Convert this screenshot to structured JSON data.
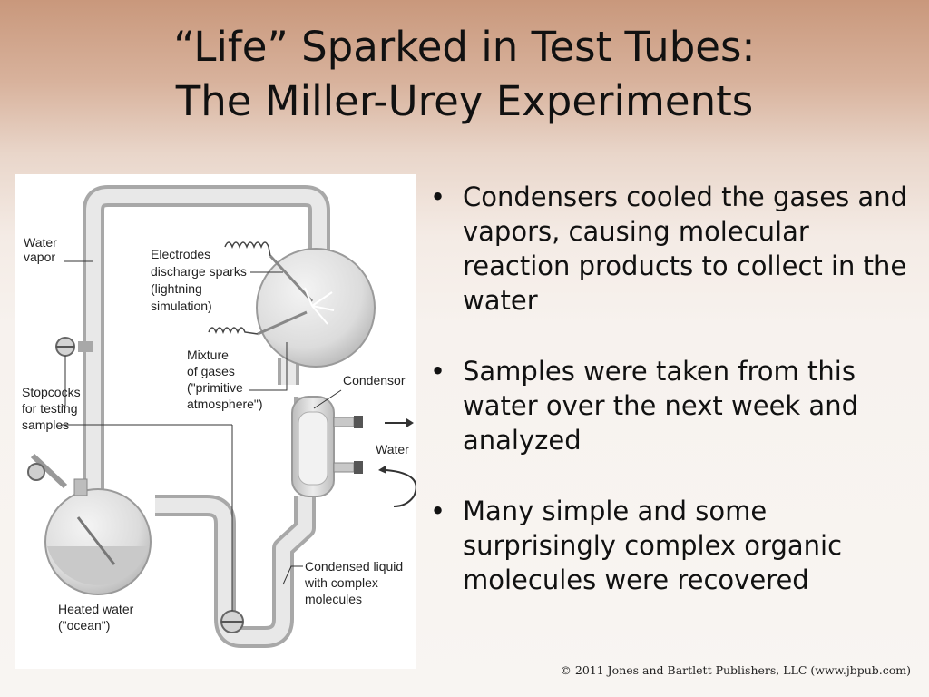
{
  "slide": {
    "title_line1": "“Life” Sparked in Test Tubes:",
    "title_line2": "The Miller-Urey Experiments",
    "bullets": [
      "Condensers cooled the gases and vapors, causing molecular reaction products to collect in the water",
      "Samples were taken from this water over the next week and analyzed",
      "Many simple and some surprisingly complex organic molecules were recovered"
    ],
    "copyright": "© 2011 Jones and Bartlett Publishers, LLC (www.jbpub.com)"
  },
  "figure": {
    "labels": {
      "water_vapor_1": "Water",
      "water_vapor_2": "vapor",
      "electrodes_1": "Electrodes",
      "electrodes_2": "discharge sparks",
      "electrodes_3": "(lightning",
      "electrodes_4": "simulation)",
      "mixture_1": "Mixture",
      "mixture_2": "of gases",
      "mixture_3": "(\"primitive",
      "mixture_4": "atmosphere\")",
      "condensor": "Condensor",
      "stopcocks_1": "Stopcocks",
      "stopcocks_2": "for testing",
      "stopcocks_3": "samples",
      "water": "Water",
      "condensed_1": "Condensed liquid",
      "condensed_2": "with complex",
      "condensed_3": "molecules",
      "heated_1": "Heated water",
      "heated_2": "(\"ocean\")"
    }
  }
}
